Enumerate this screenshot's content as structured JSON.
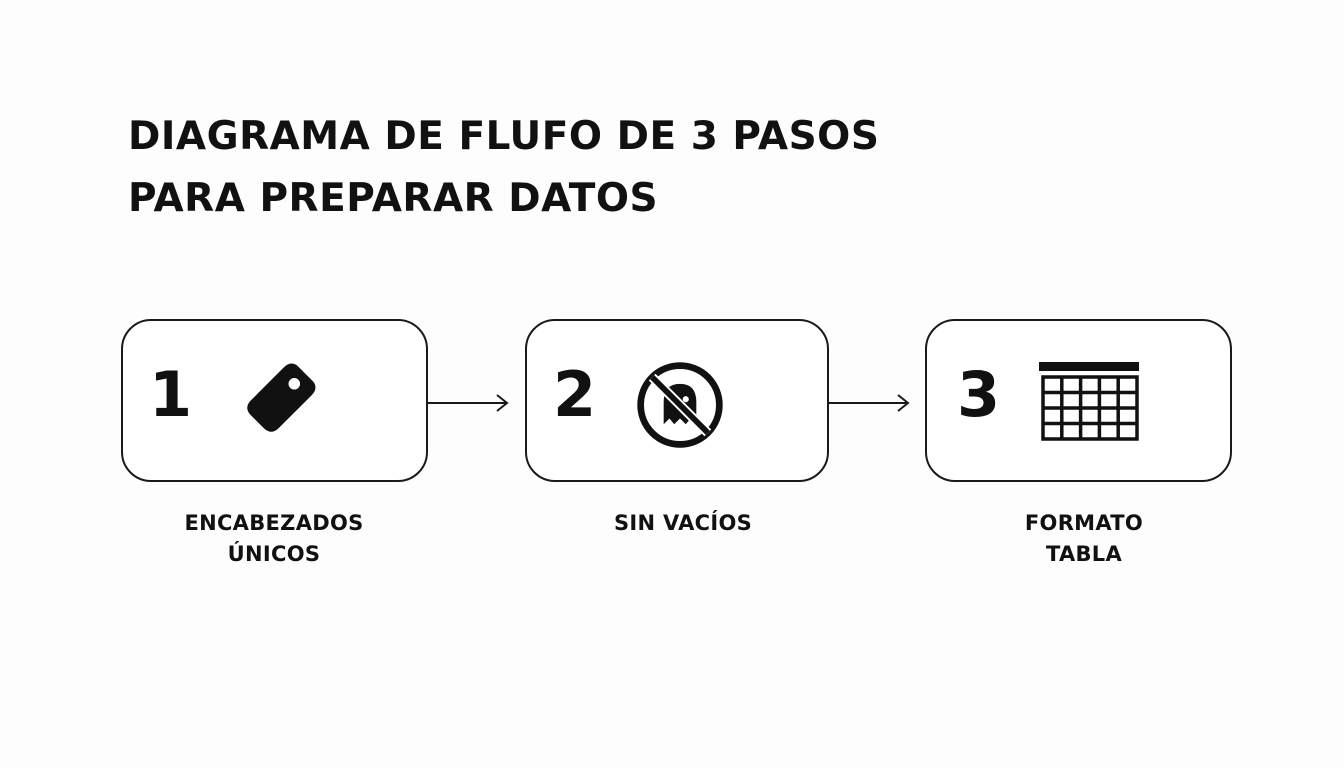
{
  "title": {
    "line1": "DIAGRAMA DE FLUFO DE 3 PASOS",
    "line2": "PARA PREPARAR DATOS"
  },
  "steps": [
    {
      "number": "1",
      "icon": "tag-icon",
      "label_line1": "ENCABEZADOS",
      "label_line2": "ÚNICOS"
    },
    {
      "number": "2",
      "icon": "no-ghost-icon",
      "label_line1": "SIN VACÍOS",
      "label_line2": ""
    },
    {
      "number": "3",
      "icon": "table-grid-icon",
      "label_line1": "FORMATO",
      "label_line2": "TABLA"
    }
  ],
  "connectors": [
    {
      "from": "1",
      "to": "2",
      "icon": "arrow-right-icon"
    },
    {
      "from": "2",
      "to": "3",
      "icon": "arrow-right-icon"
    }
  ],
  "colors": {
    "ink": "#111111",
    "background": "#fdfdfd"
  }
}
